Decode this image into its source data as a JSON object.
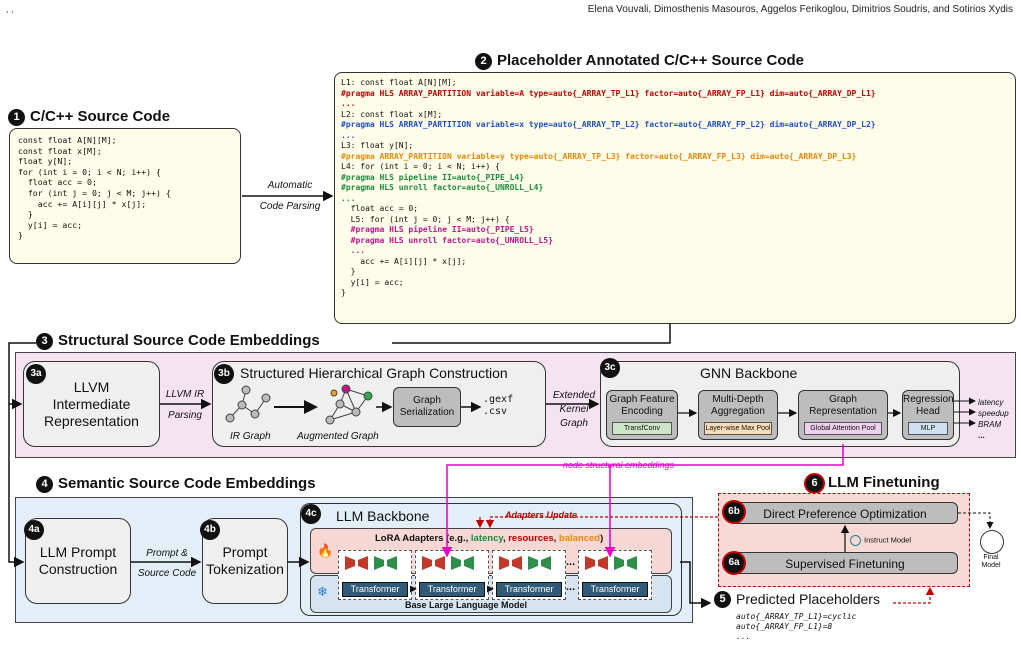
{
  "header": {
    "left": ", ,",
    "right": "Elena Vouvali, Dimosthenis Masouros, Aggelos Ferikoglou, Dimitrios Soudris, and Sotirios Xydis"
  },
  "s1": {
    "num": "1",
    "title": "C/C++ Source Code",
    "code": "const float A[N][M];\nconst float x[M];\nfloat y[N];\nfor (int i = 0; i < N; i++) {\n  float acc = 0;\n  for (int j = 0; j < M; j++) {\n    acc += A[i][j] * x[j];\n  }\n  y[i] = acc;\n}"
  },
  "parse": {
    "line1": "Automatic",
    "line2": "Code Parsing"
  },
  "s2": {
    "num": "2",
    "title": "Placeholder Annotated C/C++ Source Code",
    "l1": "L1: const float A[N][M];",
    "p1": "#pragma HLS ARRAY_PARTITION variable=A type=auto{_ARRAY_TP_L1} factor=auto{_ARRAY_FP_L1} dim=auto{_ARRAY_DP_L1}",
    "d1": "...",
    "l2": "L2: const float x[M];",
    "p2": "#pragma HLS ARRAY_PARTITION variable=x type=auto{_ARRAY_TP_L2} factor=auto{_ARRAY_FP_L2} dim=auto{_ARRAY_DP_L2}",
    "d2": "...",
    "l3": "L3: float y[N];",
    "p3": "#pragma ARRAY_PARTITION variable=y type=auto{_ARRAY_TP_L3} factor=auto{_ARRAY_FP_L3} dim=auto{_ARRAY_DP_L3}",
    "l4": "L4: for (int i = 0; i < N; i++) {",
    "p4a": "#pragma HLS pipeline II=auto{_PIPE_L4}",
    "p4b": "#pragma HLS unroll factor=auto{_UNROLL_L4}",
    "d4": "...",
    "c1": "  float acc = 0;",
    "l5": "  L5: for (int j = 0; j < M; j++) {",
    "p5a": "  #pragma HLS pipeline II=auto{_PIPE_L5}",
    "p5b": "  #pragma HLS unroll factor=auto{_UNROLL_L5}",
    "d5": "  ...",
    "c2": "    acc += A[i][j] * x[j];",
    "c3": "  }",
    "c4": "  y[i] = acc;",
    "c5": "}"
  },
  "s3": {
    "num": "3",
    "title": "Structural Source Code Embeddings",
    "a": {
      "num": "3a",
      "label": "LLVM Intermediate Representation"
    },
    "llvm": {
      "line1": "LLVM IR",
      "line2": "Parsing"
    },
    "b": {
      "num": "3b",
      "title": "Structured Hierarchical Graph Construction",
      "ir": "IR Graph",
      "aug": "Augmented Graph",
      "ser": "Graph Serialization",
      "f1": ".gexf",
      "f2": ".csv"
    },
    "ext": {
      "line1": "Extended",
      "line2": "Kernel",
      "line3": "Graph"
    },
    "c": {
      "num": "3c",
      "title": "GNN Backbone",
      "fe": "Graph Feature Encoding",
      "fe_chip": "TransfConv",
      "md": "Multi-Depth Aggregation",
      "md_chip": "Layer-wise Max Pool",
      "gr": "Graph Representation",
      "gr_chip": "Global Attention Pool",
      "rh": "Regression Head",
      "rh_chip": "MLP"
    },
    "outs": [
      "latency",
      "speedup",
      "BRAM",
      "..."
    ]
  },
  "nse": "node structural embeddings",
  "s4": {
    "num": "4",
    "title": "Semantic Source Code Embeddings",
    "a": {
      "num": "4a",
      "label": "LLM Prompt Construction"
    },
    "ps": {
      "line1": "Prompt &",
      "line2": "Source Code"
    },
    "b": {
      "num": "4b",
      "label": "Prompt Tokenization"
    },
    "c": {
      "num": "4c",
      "title": "LLM Backbone",
      "lora_pre": "LoRA Adapters (e.g., ",
      "lat": "latency",
      "sep1": ", ",
      "res": "resources",
      "sep2": ", ",
      "bal": "balanced",
      "lora_post": ")",
      "tf": "Transformer",
      "dots": "...",
      "base": "Base Large Language Model"
    },
    "upd": "Adapters Update"
  },
  "s5": {
    "num": "5",
    "title": "Predicted Placeholders",
    "r1": "auto{_ARRAY_TP_L1}=cyclic",
    "r2": "auto{_ARRAY_FP_L1}=8",
    "r3": "..."
  },
  "s6": {
    "num": "6",
    "title": "LLM Finetuning",
    "b": {
      "num": "6b",
      "label": "Direct Preference Optimization"
    },
    "inst": "Instruct Model",
    "a": {
      "num": "6a",
      "label": "Supervised Finetuning"
    },
    "final": "Final Model"
  },
  "colors": {
    "pink_panel": "#f5e3f2",
    "blue_panel": "#e3eef8",
    "magenta": "#e600c8",
    "red": "#c00000"
  }
}
